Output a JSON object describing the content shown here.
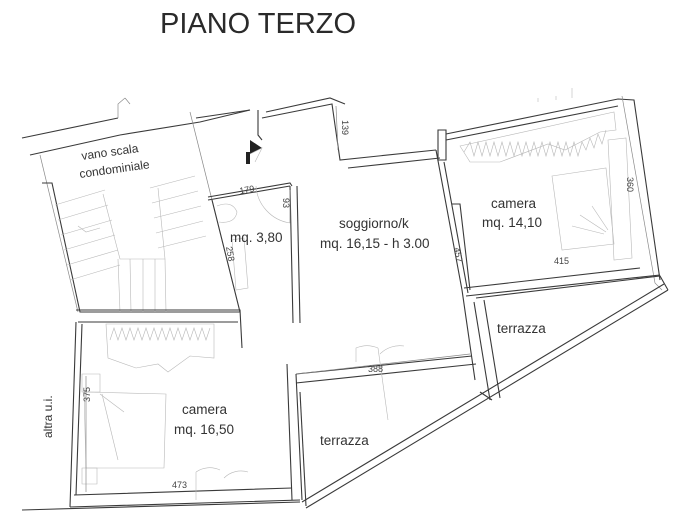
{
  "title": "PIANO TERZO",
  "rooms": {
    "stairwell": {
      "line1": "vano scala",
      "line2": "condominiale"
    },
    "bathroom": {
      "area": "mq. 3,80"
    },
    "living": {
      "name": "soggiorno/k",
      "area": "mq. 16,15 - h 3.00"
    },
    "bedroom_right": {
      "name": "camera",
      "area": "mq. 14,10"
    },
    "bedroom_left": {
      "name": "camera",
      "area": "mq. 16,50"
    },
    "terrace_right": {
      "name": "terrazza"
    },
    "terrace_left": {
      "name": "terrazza"
    },
    "neighbor": {
      "name": "altra u.i."
    }
  },
  "dimensions": {
    "bath_width": "179",
    "bath_door": "93",
    "bath_side": "258",
    "entry_niche": "139",
    "living_depth": "457",
    "living_width": "388",
    "bedroom_right_width": "415",
    "bedroom_right_depth": "360",
    "bedroom_left_width": "473",
    "bedroom_left_depth": "375"
  },
  "symbols": {
    "entrance": "entrance-arrow-icon"
  }
}
